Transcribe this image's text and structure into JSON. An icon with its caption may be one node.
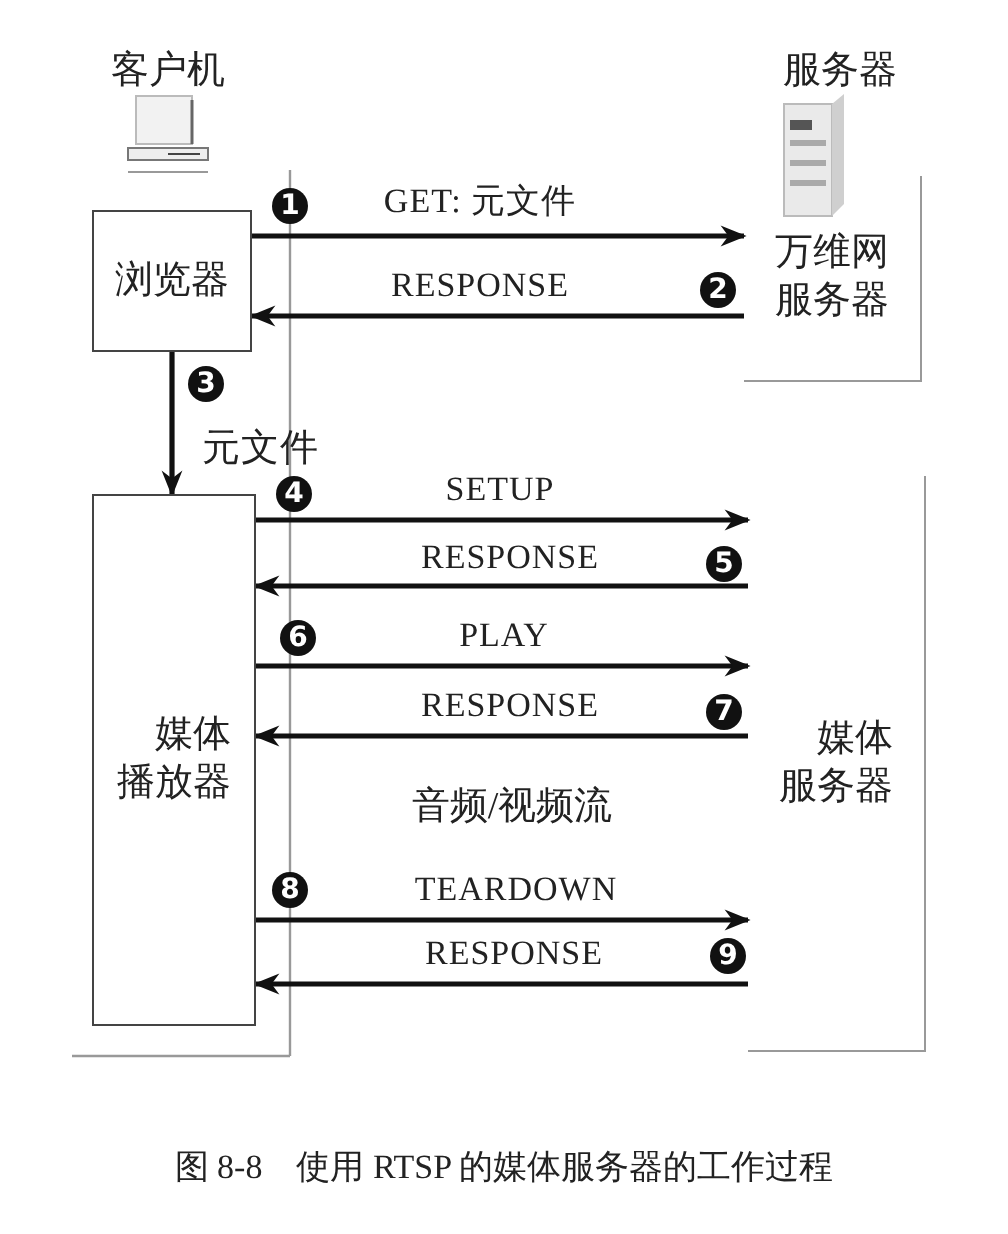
{
  "diagram": {
    "caption": "图 8-8　使用 RTSP 的媒体服务器的工作过程",
    "nodes": [
      {
        "text": [
          "浏览器"
        ]
      },
      {
        "text": [
          "媒体播放器"
        ]
      },
      {
        "text": [
          "万维网服务器"
        ]
      },
      {
        "text": [
          "媒体服务器"
        ]
      }
    ],
    "edges": [
      {
        "from": 0,
        "to": 2,
        "arrow": "to",
        "label": "GET: 元文件"
      },
      {
        "from": 2,
        "to": 0,
        "arrow": "to",
        "label": "RESPONSE"
      },
      {
        "from": 0,
        "to": 1,
        "arrow": "to",
        "label": "元文件"
      },
      {
        "from": 1,
        "to": 3,
        "arrow": "to",
        "label": "SETUP"
      },
      {
        "from": 3,
        "to": 1,
        "arrow": "to",
        "label": "RESPONSE"
      },
      {
        "from": 1,
        "to": 3,
        "arrow": "to",
        "label": "PLAY"
      },
      {
        "from": 3,
        "to": 1,
        "arrow": "to",
        "label": "RESPONSE"
      },
      {
        "from": 1,
        "to": 3,
        "arrow": "to",
        "label": "TEARDOWN"
      },
      {
        "from": 3,
        "to": 1,
        "arrow": "to",
        "label": "RESPONSE"
      }
    ],
    "labels": [
      "客户机",
      "服务器",
      "1",
      "2",
      "3",
      "4",
      "5",
      "6",
      "7",
      "音频/视频流",
      "8",
      "9"
    ]
  }
}
